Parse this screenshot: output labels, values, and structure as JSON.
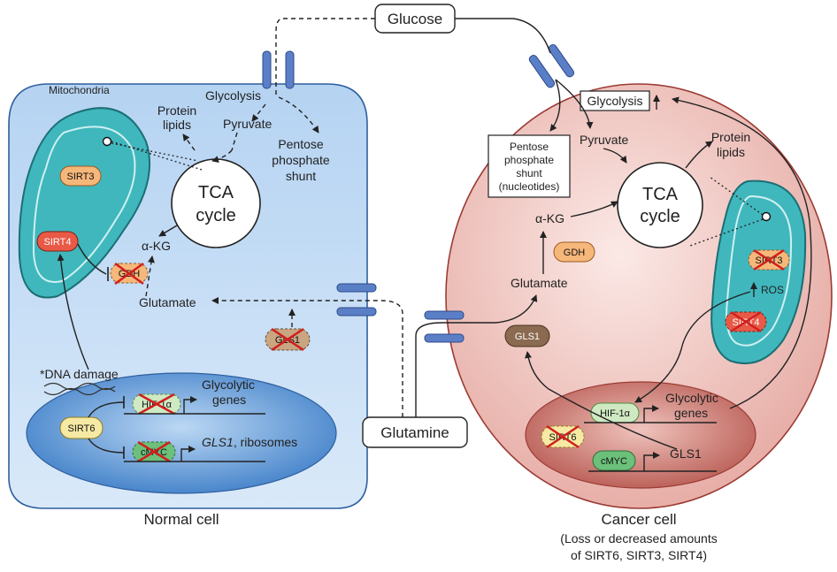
{
  "colors": {
    "normal_cell_fill": "#cfe3f7",
    "normal_cell_stroke": "#2f5f9e",
    "cancer_cell_fill": "#f2d0cc",
    "cancer_cell_stroke": "#9b3b34",
    "mito_fill": "#3fb7bd",
    "mito_stroke": "#1c6f75",
    "nucleus_normal": "#3f7fc8",
    "nucleus_cancer": "#b85a52",
    "transporter": "#5b7fc7",
    "sirt_red": "#e85a47",
    "sirt_orange": "#f6b77a",
    "green_pill": "#6cc07a",
    "brown_pill": "#8a6a50",
    "cross": "#d01f1f"
  },
  "labels": {
    "glucose": "Glucose",
    "glutamine": "Glutamine",
    "normal_caption": "Normal cell",
    "cancer_caption_1": "Cancer cell",
    "cancer_caption_2": "(Loss or decreased amounts",
    "cancer_caption_3": "of SIRT6, SIRT3, SIRT4)"
  },
  "normal": {
    "mitochondria": "Mitochondria",
    "glycolysis": "Glycolysis",
    "pyruvate": "Pyruvate",
    "pentose_1": "Pentose",
    "pentose_2": "phosphate",
    "pentose_3": "shunt",
    "protein_1": "Protein",
    "protein_2": "lipids",
    "tca_1": "TCA",
    "tca_2": "cycle",
    "akg": "α-KG",
    "glutamate": "Glutamate",
    "sirt3": "SIRT3",
    "sirt4": "SIRT4",
    "gdh": "GDH",
    "gls1": "GLS1",
    "dna_damage": "*DNA damage",
    "sirt6": "SIRT6",
    "hif": "HIF-1α",
    "cmyc": "cMYC",
    "glycolytic_1": "Glycolytic",
    "glycolytic_2": "genes",
    "gls1_ribosomes_italic": "GLS1",
    "gls1_ribosomes_rest": ", ribosomes"
  },
  "cancer": {
    "glycolysis": "Glycolysis",
    "pentose_1": "Pentose",
    "pentose_2": "phosphate",
    "pentose_3": "shunt",
    "pentose_4": "(nucleotides)",
    "pyruvate": "Pyruvate",
    "protein_1": "Protein",
    "protein_2": "lipids",
    "tca_1": "TCA",
    "tca_2": "cycle",
    "akg": "α-KG",
    "gdh": "GDH",
    "glutamate": "Glutamate",
    "gls1": "GLS1",
    "sirt3": "SIRT3",
    "ros": "ROS",
    "sirt4": "SIRT4",
    "hif": "HIF-1α",
    "sirt6": "SIRT6",
    "cmyc": "cMYC",
    "glycolytic_1": "Glycolytic",
    "glycolytic_2": "genes",
    "gls1_gene": "GLS1"
  }
}
